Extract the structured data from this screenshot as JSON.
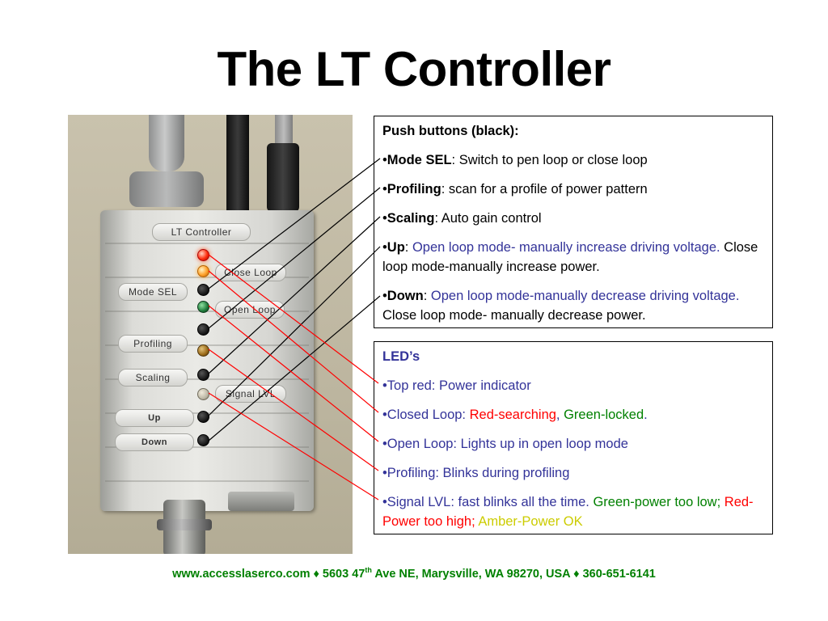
{
  "title": "The LT Controller",
  "device": {
    "nameplate": "LT Controller",
    "labels": {
      "close_loop": "Close Loop",
      "mode_sel": "Mode SEL",
      "open_loop": "Open Loop",
      "profiling": "Profiling",
      "scaling": "Scaling",
      "signal_lvl": "Signal LVL",
      "up": "Up",
      "down": "Down"
    }
  },
  "push_buttons": {
    "heading": "Push buttons (black):",
    "bullet": "•",
    "colon": ":",
    "items": [
      {
        "term": "Mode SEL",
        "desc": " Switch to pen loop or close loop"
      },
      {
        "term": "Profiling",
        "desc": " scan for a profile of power pattern"
      },
      {
        "term": "Scaling",
        "desc": " Auto gain control"
      },
      {
        "term": "Up",
        "desc_blue": " Open loop mode- manually increase driving voltage.",
        "desc_black": " Close loop mode-manually increase power."
      },
      {
        "term": "Down",
        "desc_blue": " Open loop mode-manually decrease driving voltage.",
        "desc_black": " Close loop mode- manually decrease power."
      }
    ]
  },
  "leds": {
    "heading": "LED’s",
    "items": [
      {
        "text": "•Top red: Power indicator"
      },
      {
        "prefix": "•Closed Loop: ",
        "red": "Red-searching",
        "sep": ", ",
        "green": "Green-locked",
        "suffix": "."
      },
      {
        "text": "•Open Loop: Lights up in open loop mode"
      },
      {
        "text": "•Profiling: Blinks during profiling"
      },
      {
        "prefix": "•Signal LVL: fast blinks all the time.  ",
        "green": "Green-power too low;",
        "red": " Red- Power too high;",
        "amber": " Amber-Power OK"
      }
    ]
  },
  "footer": {
    "pre": "www.accesslaserco.com ♦ 5603 47",
    "sup": "th",
    "post": " Ave NE, Marysville, WA 98270, USA ♦ 360-651-6141"
  },
  "colors": {
    "link_blue": "#333399",
    "red": "#ff0000",
    "green": "#008000",
    "amber": "#cccc00",
    "footer_green": "#008000"
  }
}
